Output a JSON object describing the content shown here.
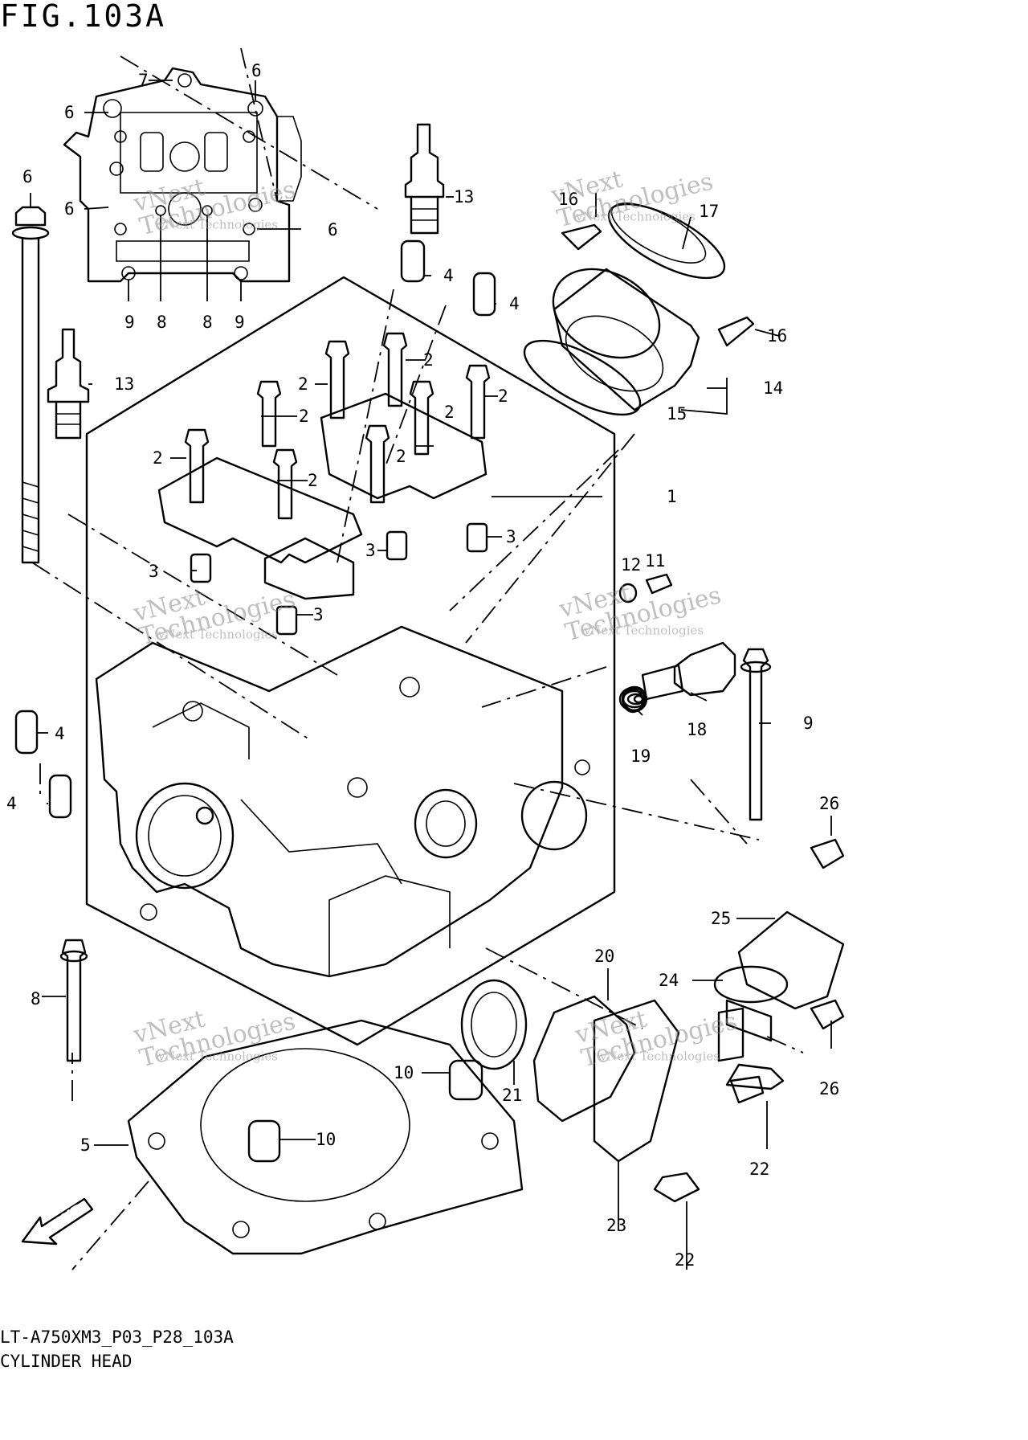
{
  "figure_title": "FIG.103A",
  "model_code": "LT-A750XM3_P03_P28_103A",
  "section_name": "CYLINDER HEAD",
  "watermark": {
    "line1": "vNext",
    "line2": "Technologies",
    "small": "vNext Technologies"
  },
  "fwd_label": "FWD",
  "callouts": {
    "c1": "1",
    "c2": "2",
    "c3": "3",
    "c4": "4",
    "c5": "5",
    "c6": "6",
    "c7": "7",
    "c8": "8",
    "c9": "9",
    "c10": "10",
    "c11": "11",
    "c12": "12",
    "c13": "13",
    "c14": "14",
    "c15": "15",
    "c16": "16",
    "c17": "17",
    "c18": "18",
    "c19": "19",
    "c20": "20",
    "c21": "21",
    "c22": "22",
    "c23": "23",
    "c24": "24",
    "c25": "25",
    "c26": "26"
  }
}
